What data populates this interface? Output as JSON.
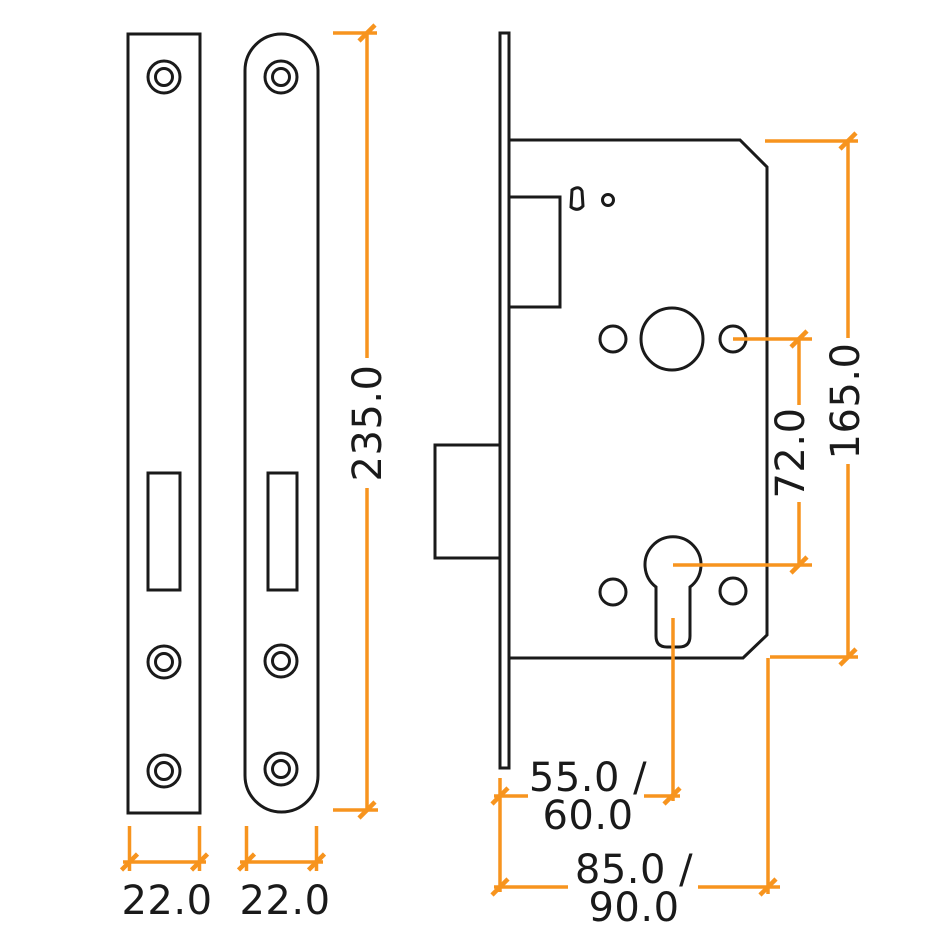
{
  "diagram": {
    "type": "technical-drawing",
    "subject": "mortice-lock-case-and-faceplates",
    "colors": {
      "outline": "#1a1a1a",
      "dimension": "#f7941e",
      "background": "#ffffff"
    },
    "dimensions": {
      "plate_height": "235.0",
      "plate_width_square": "22.0",
      "plate_width_radius": "22.0",
      "case_height": "165.0",
      "centres": "72.0",
      "backset": {
        "line1": "55.0 /",
        "line2": "60.0"
      },
      "case_depth": {
        "line1": "85.0 /",
        "line2": "90.0"
      }
    }
  }
}
